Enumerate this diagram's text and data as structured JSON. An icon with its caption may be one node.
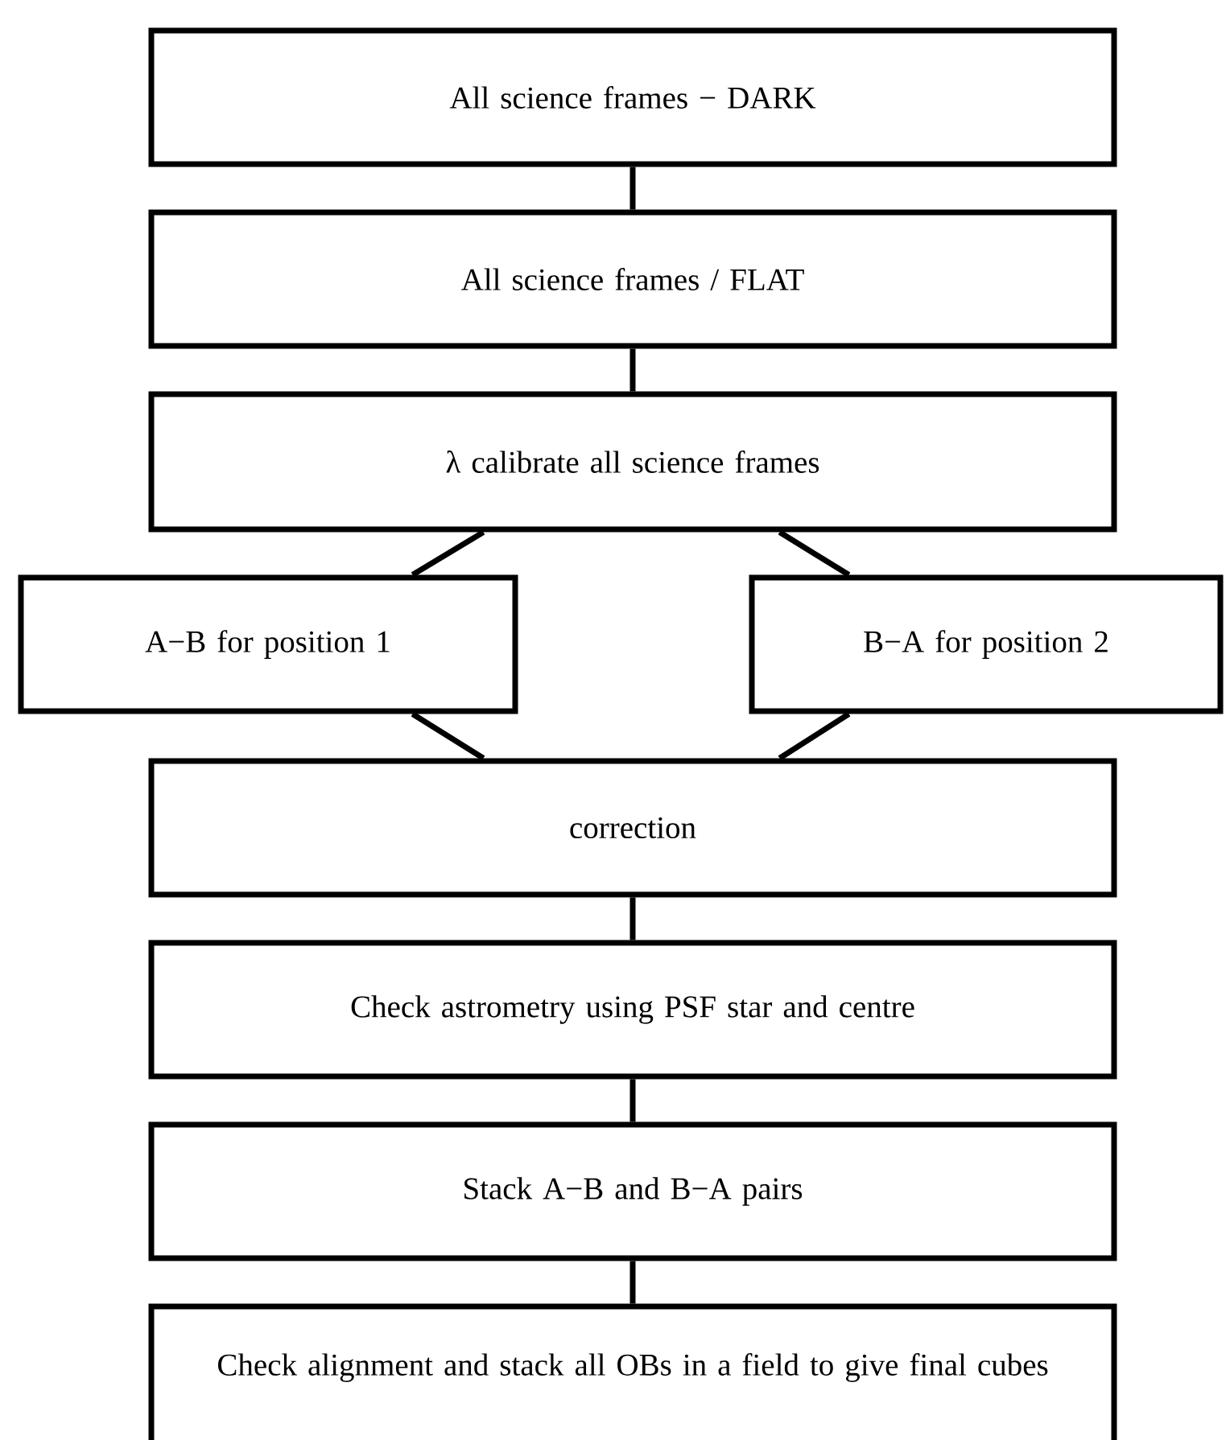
{
  "diagram": {
    "nodes": [
      {
        "text": [
          "All science frames − DARK"
        ]
      },
      {
        "text": [
          "All science frames / FLAT"
        ]
      },
      {
        "text": [
          "λ calibrate all science frames"
        ]
      },
      {
        "text": [
          "A−B for position 1"
        ]
      },
      {
        "text": [
          "B−A for position 2"
        ]
      },
      {
        "text": [
          "correction"
        ]
      },
      {
        "text": [
          "Check astrometry using PSF star and centre"
        ]
      },
      {
        "text": [
          "Stack A−B and B−A pairs"
        ]
      },
      {
        "text": [
          "Check alignment and stack all OBs in a field to give final cubes"
        ]
      }
    ],
    "edges": [
      {
        "from": 0,
        "to": 1,
        "arrow": "none"
      },
      {
        "from": 1,
        "to": 2,
        "arrow": "none"
      },
      {
        "from": 2,
        "to": 3,
        "arrow": "none"
      },
      {
        "from": 2,
        "to": 4,
        "arrow": "none"
      },
      {
        "from": 3,
        "to": 5,
        "arrow": "none"
      },
      {
        "from": 4,
        "to": 5,
        "arrow": "none"
      },
      {
        "from": 5,
        "to": 6,
        "arrow": "none"
      },
      {
        "from": 6,
        "to": 7,
        "arrow": "none"
      },
      {
        "from": 7,
        "to": 8,
        "arrow": "none"
      }
    ]
  }
}
